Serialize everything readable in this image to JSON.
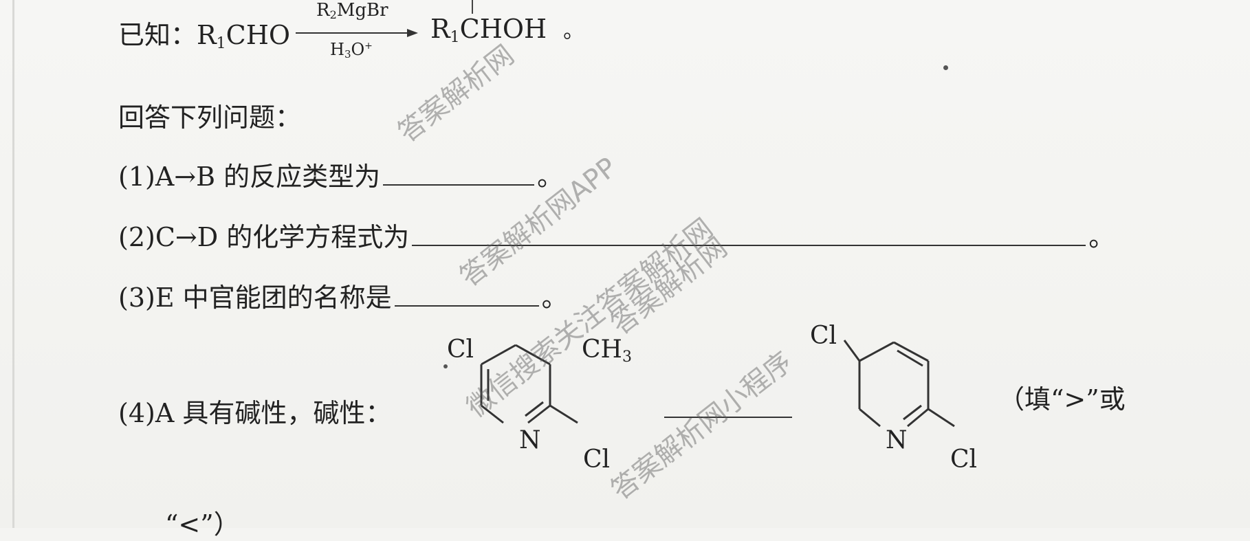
{
  "known": {
    "label": "已知：R",
    "r1_sub": "1",
    "reactant_tail": "CHO",
    "reagent_top_prefix": "R",
    "reagent_top_sub": "2",
    "reagent_top_tail": "MgBr",
    "reagent_bottom_prefix": "H",
    "reagent_bottom_sub": "3",
    "reagent_bottom_tail": "O",
    "reagent_bottom_sup": "+",
    "product_prefix": "R",
    "product_sub": "1",
    "product_tail": "CHOH",
    "end_mark": "。"
  },
  "answer_heading": "回答下列问题：",
  "questions": {
    "q1": {
      "text": "(1)A→B 的反应类型为",
      "end": "。"
    },
    "q2": {
      "text": "(2)C→D 的化学方程式为",
      "end": "。"
    },
    "q3": {
      "text": "(3)E 中官能团的名称是",
      "end": "。"
    },
    "q4": {
      "text": "(4)A 具有碱性，碱性：",
      "tail": "（填“>”或",
      "tail2": "“<”）"
    }
  },
  "molecule_left": {
    "cl_top": "Cl",
    "ch3": "CH",
    "ch3_sub": "3",
    "n": "N",
    "cl_bottom": "Cl"
  },
  "molecule_right": {
    "cl_top": "Cl",
    "n": "N",
    "cl_bottom": "Cl"
  },
  "watermarks": [
    "答案解析网",
    "答案解析网APP",
    "答案解析网",
    "微信搜索关注答案解析网",
    "答案解析网小程序"
  ]
}
